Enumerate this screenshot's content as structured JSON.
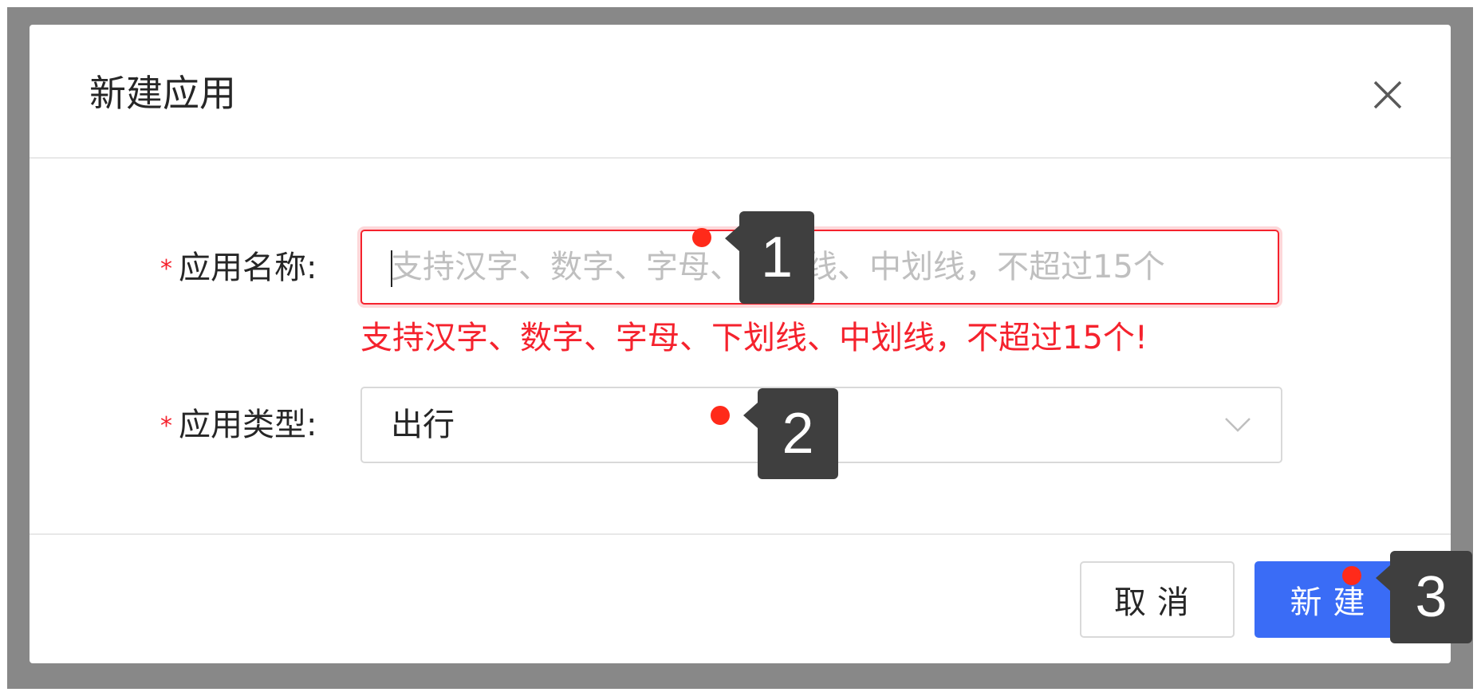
{
  "dialog": {
    "title": "新建应用",
    "close_icon": "close-icon",
    "fields": {
      "app_name": {
        "required_mark": "*",
        "label": "应用名称:",
        "value": "",
        "placeholder": "支持汉字、数字、字母、下划线、中划线，不超过15个",
        "error": "支持汉字、数字、字母、下划线、中划线，不超过15个!"
      },
      "app_type": {
        "required_mark": "*",
        "label": "应用类型:",
        "selected": "出行",
        "icon": "chevron-down-icon"
      }
    },
    "footer": {
      "cancel_label": "取消",
      "submit_label": "新建"
    }
  },
  "annotations": [
    {
      "label": "1"
    },
    {
      "label": "2"
    },
    {
      "label": "3"
    }
  ],
  "colors": {
    "error": "#f5222d",
    "primary": "#3a6cf6",
    "backdrop": "#888888",
    "annotation_dot": "#ff2a1a",
    "annotation_box": "#3f3f3f"
  }
}
